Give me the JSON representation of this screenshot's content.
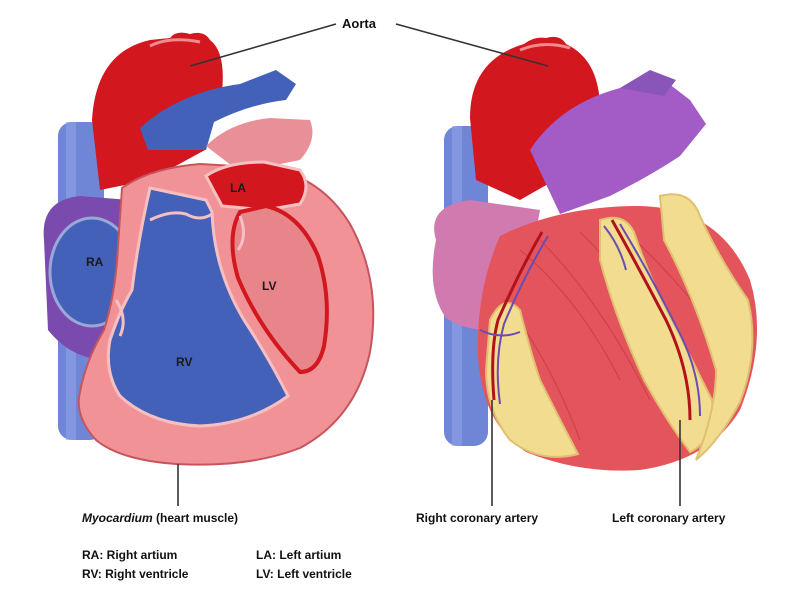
{
  "labels": {
    "aorta": "Aorta",
    "ra": "RA",
    "la": "LA",
    "rv": "RV",
    "lv": "LV",
    "myocardium_italic": "Myocardium",
    "myocardium_rest": " (heart muscle)",
    "right_coronary": "Right coronary artery",
    "left_coronary": "Left coronary artery"
  },
  "legend": {
    "ra": "RA: Right artium",
    "rv": "RV: Right ventricle",
    "la": "LA: Left artium",
    "lv": "LV: Left ventricle"
  },
  "colors": {
    "blood_red": "#d3171f",
    "deoxygenated_blue": "#4361b8",
    "myocardium_pink": "#f19396",
    "vein_blue": "#6f86d6",
    "vena_purple": "#8a55b8",
    "fat_yellow": "#f2dc8f",
    "muscle_red": "#e3545c"
  }
}
